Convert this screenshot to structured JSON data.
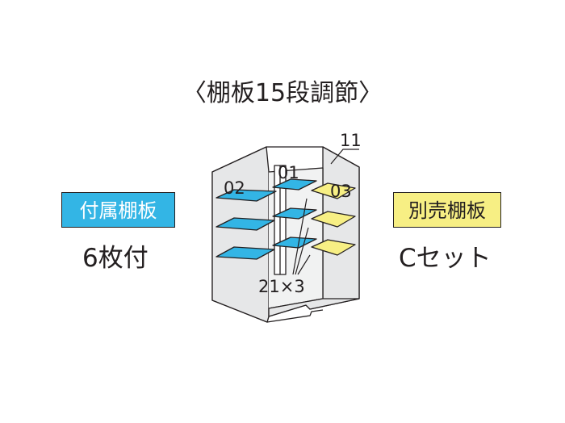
{
  "title": "〈棚板15段調節〉",
  "left_badge": {
    "label": "付属棚板",
    "color": "#33b5e5"
  },
  "left_count": "6枚付",
  "right_badge": {
    "label": "別売棚板",
    "color": "#f7ef84"
  },
  "right_count": "Cセット",
  "diagram": {
    "labels": {
      "shelf_02": "02",
      "shelf_01": "01",
      "shelf_03": "03",
      "part_11": "11",
      "part_21": "21×3"
    },
    "colors": {
      "included_shelf": "#33b5e5",
      "optional_shelf": "#f7ef84",
      "cabinet_fill": "#e6e7e8",
      "line": "#231f20"
    }
  }
}
